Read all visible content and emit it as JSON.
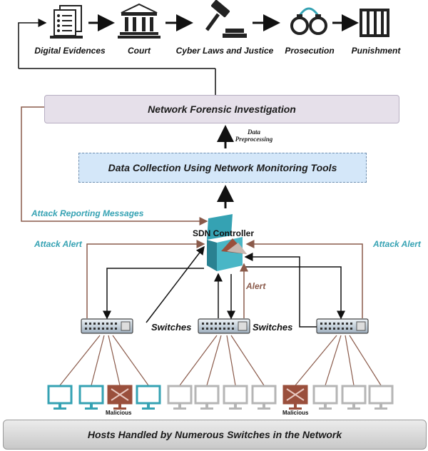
{
  "stages": [
    {
      "label": "Digital Evidences",
      "icon": "document-checklist-icon"
    },
    {
      "label": "Court",
      "icon": "courthouse-icon"
    },
    {
      "label": "Cyber Laws and Justice",
      "icon": "gavel-icon"
    },
    {
      "label": "Prosecution",
      "icon": "handcuffs-icon"
    },
    {
      "label": "Punishment",
      "icon": "jail-bars-icon"
    }
  ],
  "network_forensic": "Network Forensic Investigation",
  "data_preprocessing": "Data Preprocessing",
  "data_collection": "Data Collection Using Network Monitoring Tools",
  "attack_reporting": "Attack Reporting Messages",
  "attack_alert_left": "Attack Alert",
  "attack_alert_right": "Attack Alert",
  "sdn_controller": "SDN Controller",
  "alert": "Alert",
  "switches_label_1": "Switches",
  "switches_label_2": "Switches",
  "malicious_1": "Malicious",
  "malicious_2": "Malicious",
  "hosts_footer": "Hosts Handled by Numerous Switches in the Network",
  "colors": {
    "teal": "#35a2b3",
    "gray_host": "#b5b5b5",
    "malicious": "#9a4f3c",
    "alert_line": "#8a5a4a",
    "nfi_fill": "#e6e0ea",
    "dc_fill": "#d4e7f9"
  },
  "hosts": [
    "teal",
    "teal",
    "malicious",
    "teal",
    "gray",
    "gray",
    "gray",
    "gray",
    "malicious",
    "gray",
    "gray",
    "gray"
  ]
}
